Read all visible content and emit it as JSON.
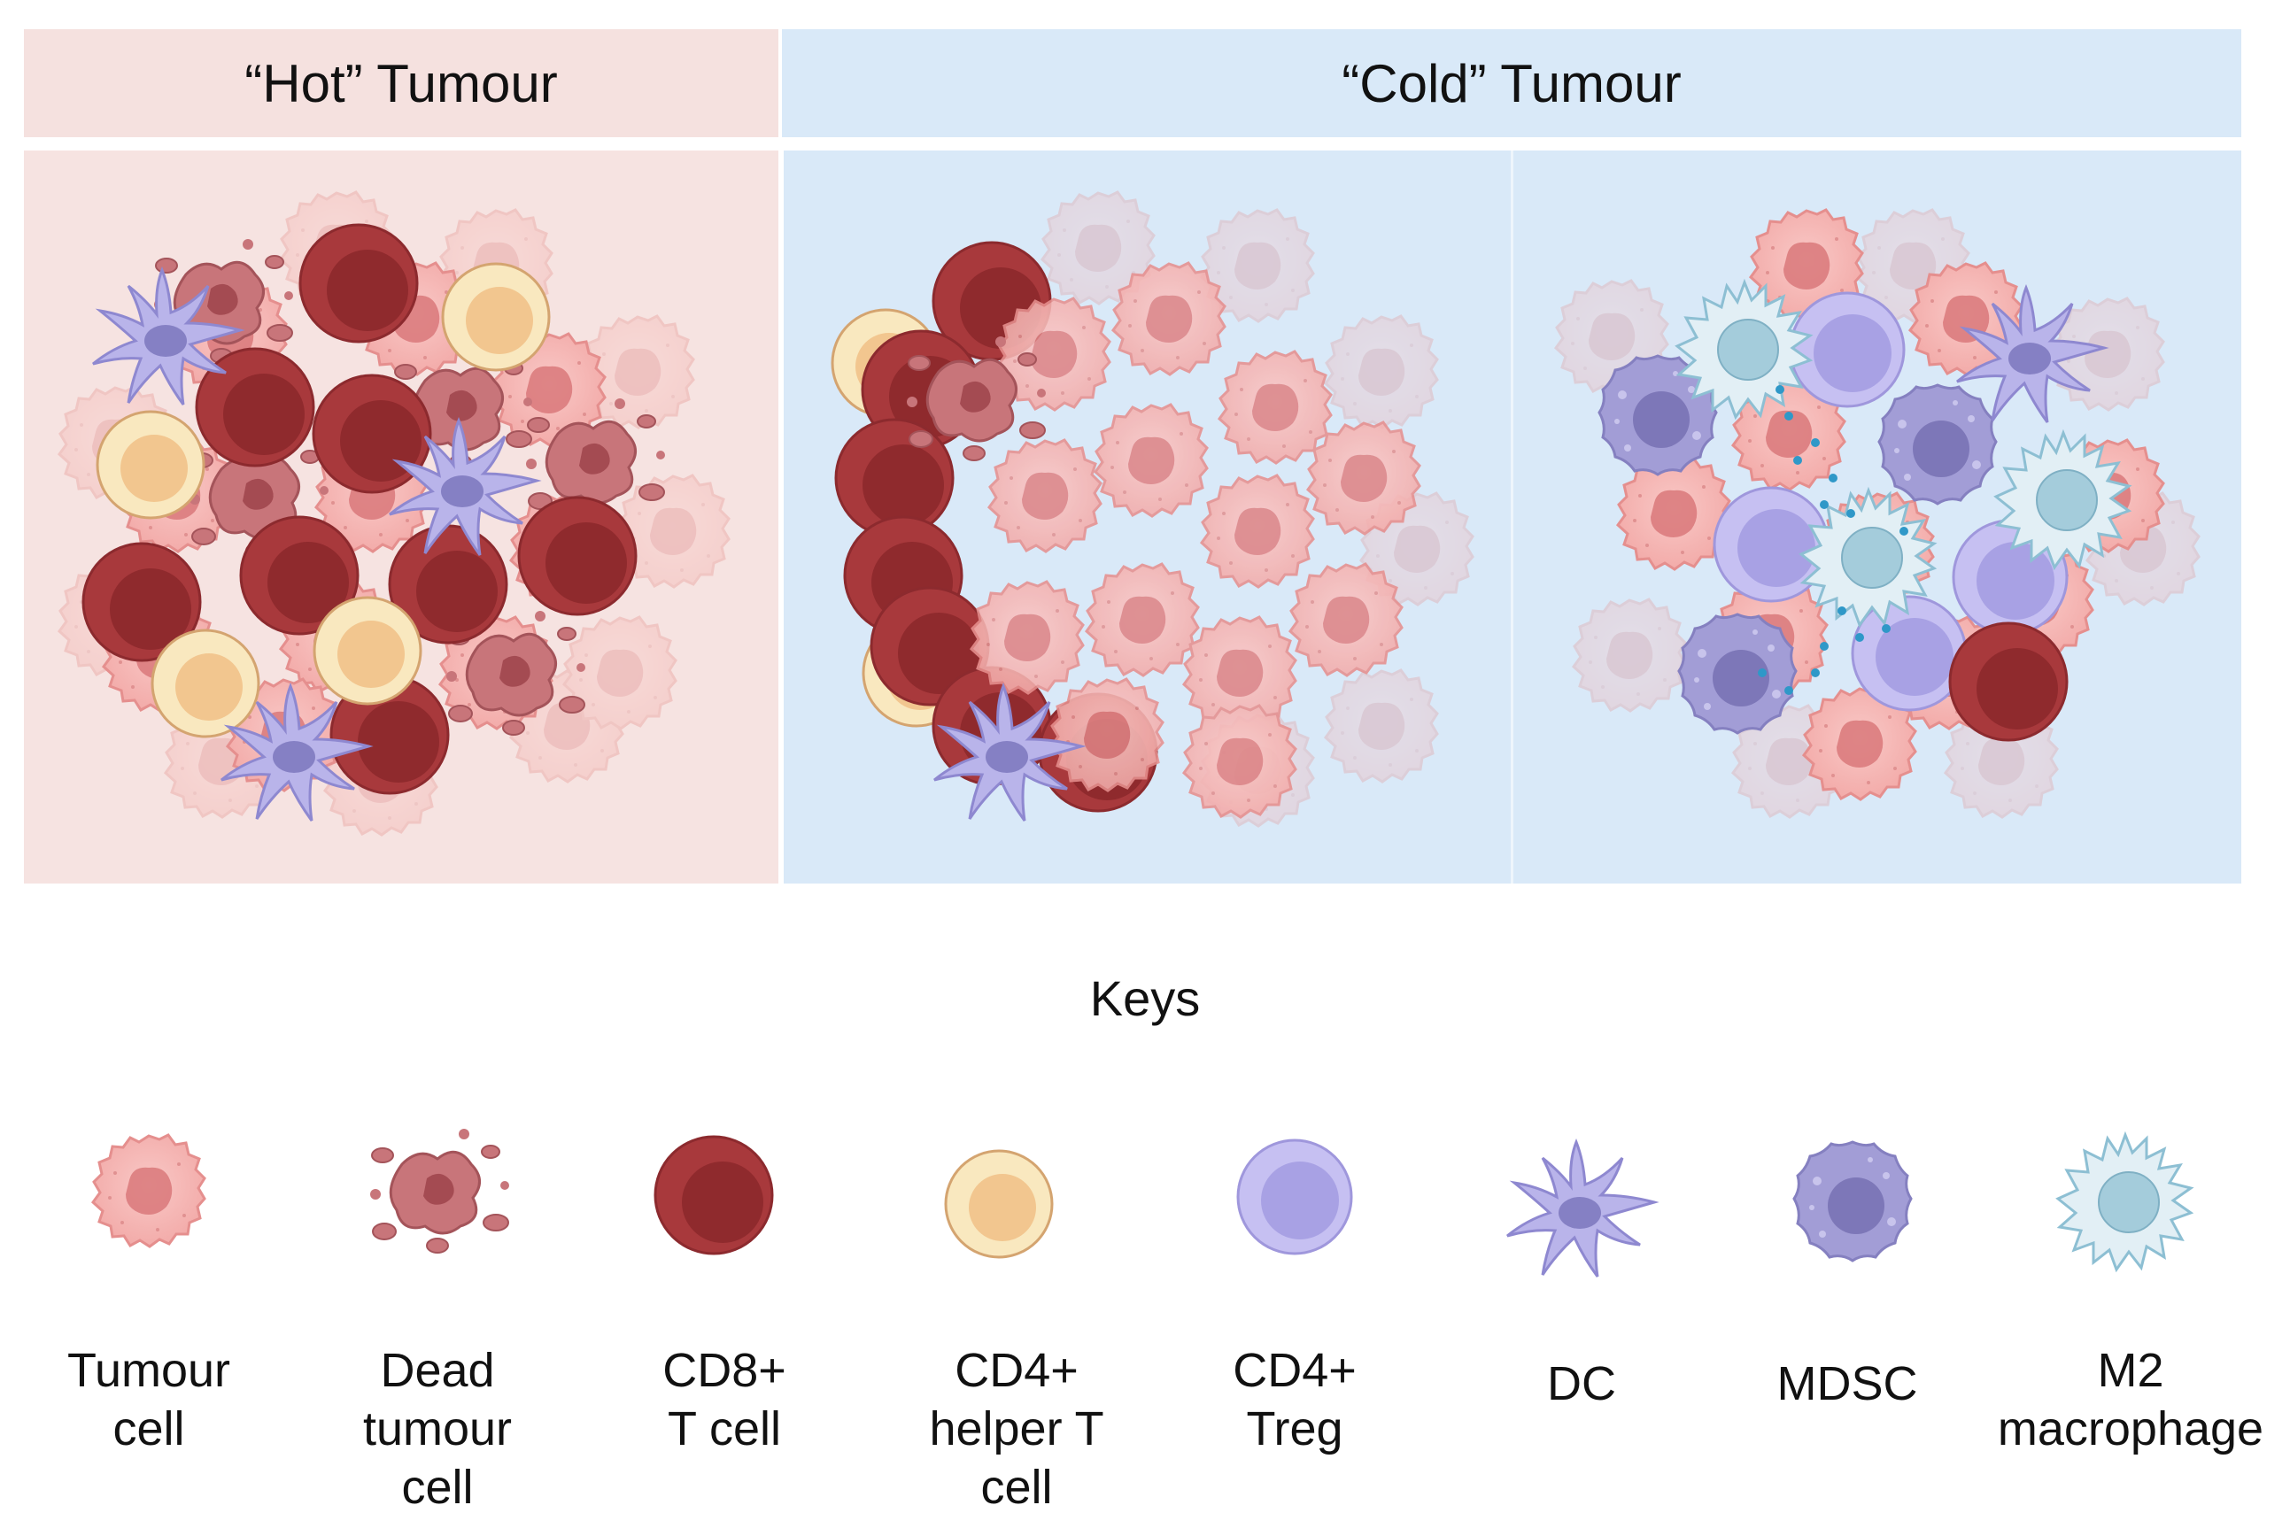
{
  "headers": {
    "hot": "“Hot” Tumour",
    "cold": "“Cold” Tumour"
  },
  "keys": {
    "title": "Keys",
    "items": [
      {
        "label": "Tumour\ncell",
        "icon": "tumour-cell-icon"
      },
      {
        "label": "Dead\ntumour\ncell",
        "icon": "dead-tumour-cell-icon"
      },
      {
        "label": "CD8+\nT cell",
        "icon": "cd8-t-cell-icon"
      },
      {
        "label": "CD4+\nhelper T\ncell",
        "icon": "cd4-helper-t-cell-icon"
      },
      {
        "label": "CD4+\nTreg",
        "icon": "cd4-treg-icon"
      },
      {
        "label": "DC",
        "icon": "dendritic-cell-icon"
      },
      {
        "label": "MDSC",
        "icon": "mdsc-icon"
      },
      {
        "label": "M2\nmacrophage",
        "icon": "m2-macrophage-icon"
      }
    ]
  },
  "colors": {
    "hot_bg": "#f6e3e1",
    "cold_bg": "#d9e9f8",
    "tumour_cell": "#f6b8b6",
    "dead_tumour_cell": "#c8757a",
    "cd8_t_cell": "#a8393c",
    "cd4_helper": "#f8e3b5",
    "treg": "#c3bdf0",
    "dc": "#b7b2e8",
    "mdsc": "#9a95cf",
    "m2_macrophage": "#d4e7ef"
  }
}
